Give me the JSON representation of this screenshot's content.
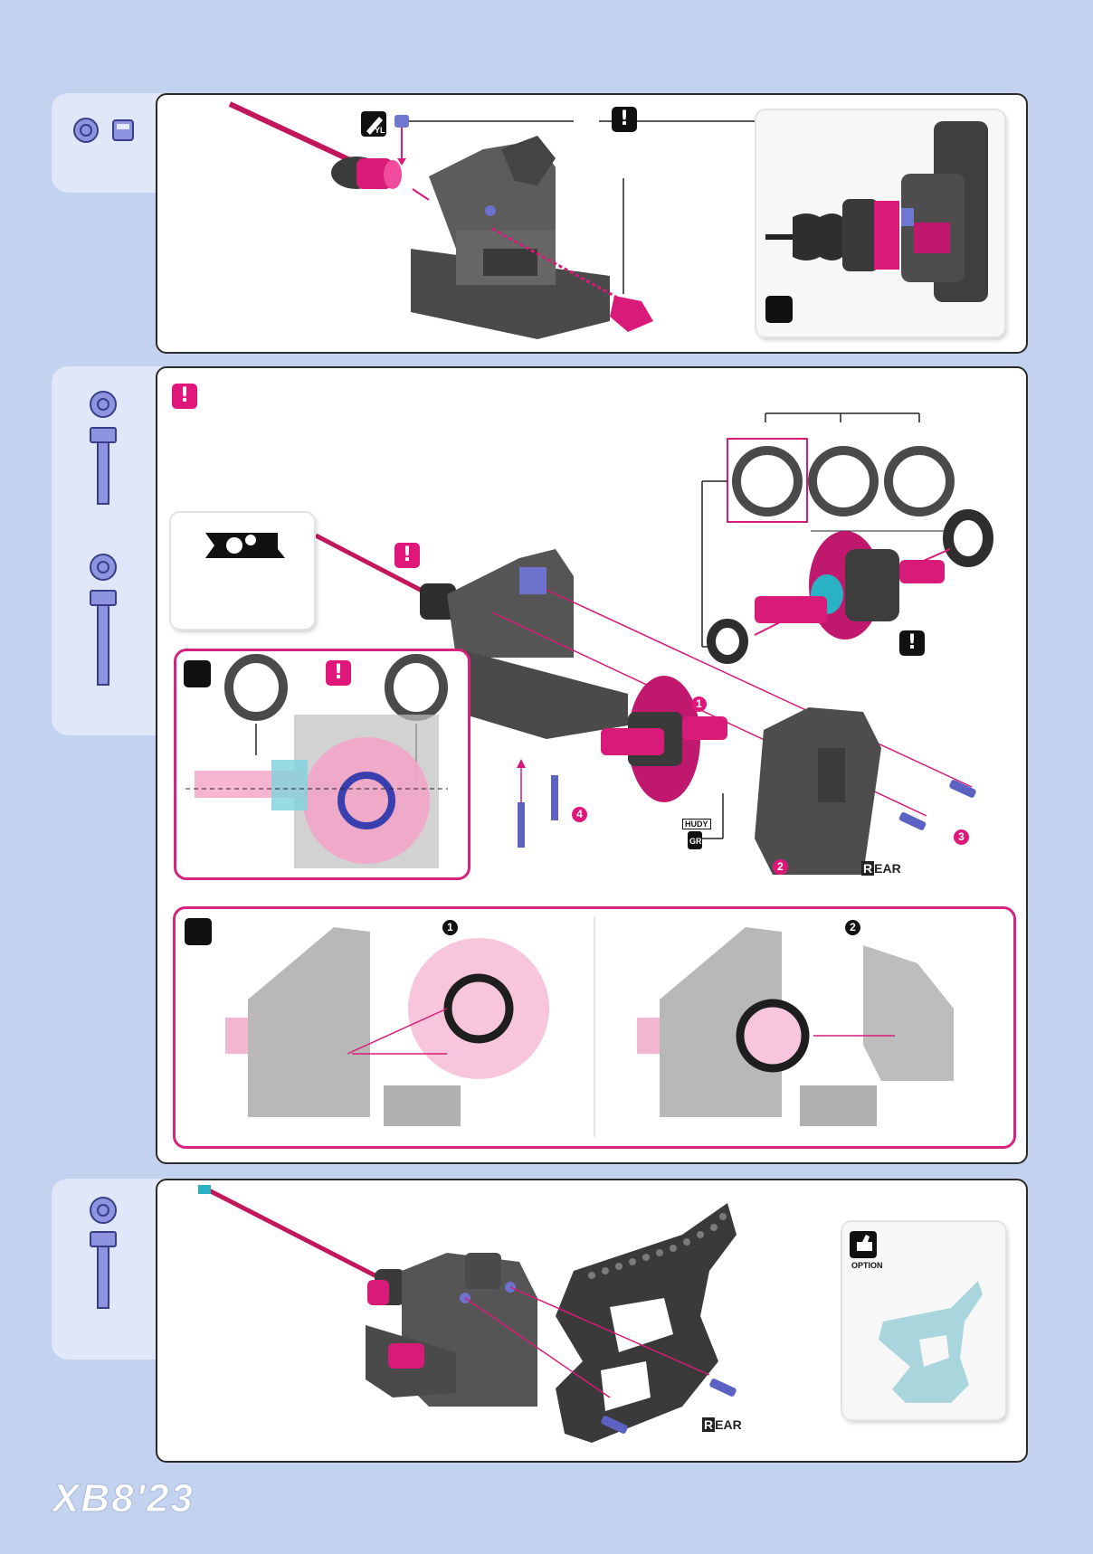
{
  "footer": {
    "logo": "XB8'23"
  },
  "step1": {
    "tool_label": "YL"
  },
  "step2": {
    "rear_label": "EAR",
    "rear_initial": "R",
    "hudy_label": "HUDY",
    "grease_label": "GR",
    "callouts": [
      "1",
      "2",
      "3",
      "4"
    ],
    "detail_callouts": [
      "1",
      "2"
    ]
  },
  "step3": {
    "option_label": "OPTION",
    "rear_label": "EAR",
    "rear_initial": "R"
  },
  "colors": {
    "background": "#c3d3ef",
    "tab": "#dfe7f8",
    "accent_pink": "#e0177a",
    "screw_blue": "#7f84d6",
    "part_gray": "#555555"
  }
}
